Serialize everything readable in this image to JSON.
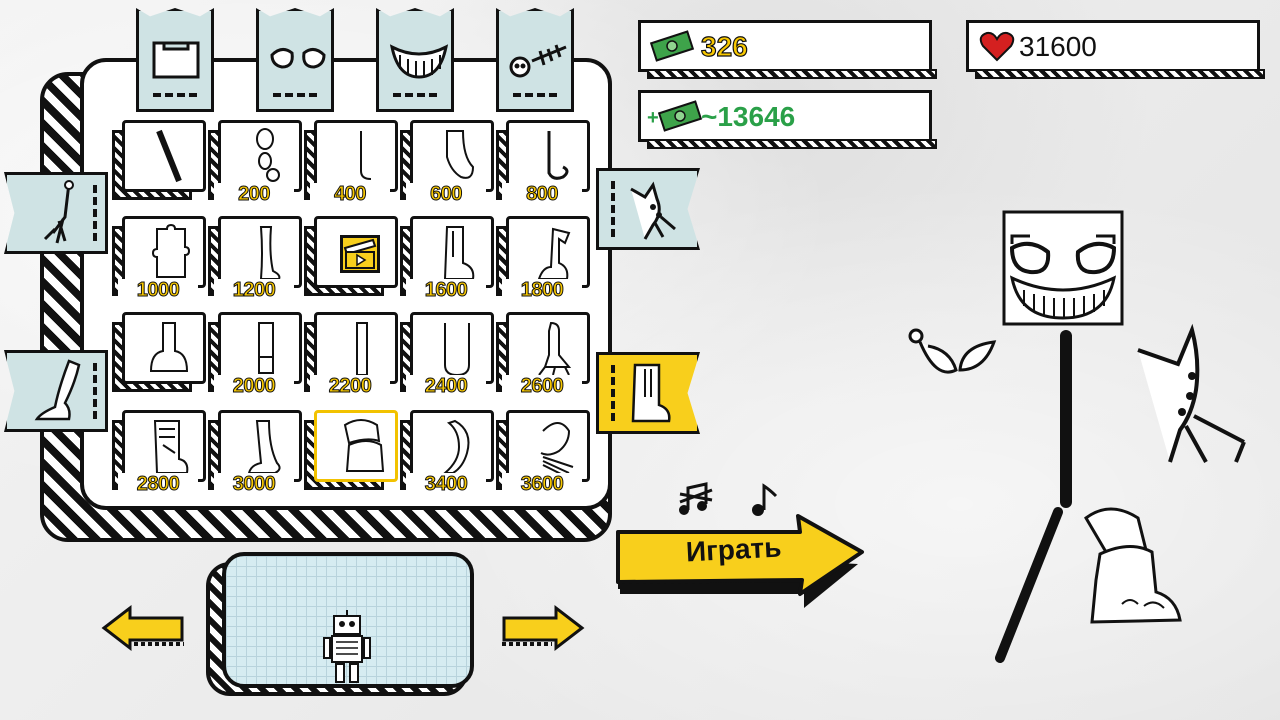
{
  "currency": {
    "cash": "326",
    "income": "~13646",
    "income_prefix": "+",
    "health": "31600"
  },
  "shop": {
    "category_tabs": [
      {
        "id": "head",
        "icon": "head-shape-icon"
      },
      {
        "id": "eyes",
        "icon": "eyes-icon"
      },
      {
        "id": "mouth",
        "icon": "grin-mouth-icon"
      },
      {
        "id": "extras",
        "icon": "skull-bones-icon"
      }
    ],
    "side_tabs_left": [
      {
        "id": "arms",
        "icon": "skeleton-arm-icon"
      },
      {
        "id": "legs",
        "icon": "leg-icon"
      }
    ],
    "side_tabs_right": [
      {
        "id": "hands",
        "icon": "claw-hand-icon"
      },
      {
        "id": "feet",
        "icon": "boot-icon",
        "active": true
      }
    ],
    "items": [
      {
        "price": "",
        "icon": "stick-icon"
      },
      {
        "price": "200",
        "icon": "bone-chain-icon"
      },
      {
        "price": "400",
        "icon": "thin-leg-icon"
      },
      {
        "price": "600",
        "icon": "sock-leg-icon"
      },
      {
        "price": "800",
        "icon": "hook-leg-icon"
      },
      {
        "price": "1000",
        "icon": "puzzle-leg-icon"
      },
      {
        "price": "1200",
        "icon": "human-leg-icon"
      },
      {
        "price": "",
        "icon": "video-clapper-icon"
      },
      {
        "price": "1600",
        "icon": "boot-leg-icon"
      },
      {
        "price": "1800",
        "icon": "creature-leg-icon"
      },
      {
        "price": "",
        "icon": "bell-foot-icon"
      },
      {
        "price": "2000",
        "icon": "rect-leg-icon"
      },
      {
        "price": "2200",
        "icon": "bar-leg-icon"
      },
      {
        "price": "2400",
        "icon": "u-leg-icon"
      },
      {
        "price": "2600",
        "icon": "clawed-leg-icon"
      },
      {
        "price": "2800",
        "icon": "robot-leg-icon"
      },
      {
        "price": "3000",
        "icon": "paw-leg-icon"
      },
      {
        "price": "",
        "icon": "stone-foot-icon",
        "selected": true
      },
      {
        "price": "3400",
        "icon": "curved-leg-icon"
      },
      {
        "price": "3600",
        "icon": "tentacle-leg-icon"
      }
    ]
  },
  "preview": {
    "icon": "robot-icon"
  },
  "audio": {
    "music_icon": "music-muted-icon",
    "sound_icon": "music-note-icon"
  },
  "play_button": {
    "label": "Играть"
  },
  "colors": {
    "accent_yellow": "#f8cf1c",
    "flag_blue": "#cfe3e4",
    "income_green": "#2aa048",
    "heart_red": "#d42020"
  }
}
